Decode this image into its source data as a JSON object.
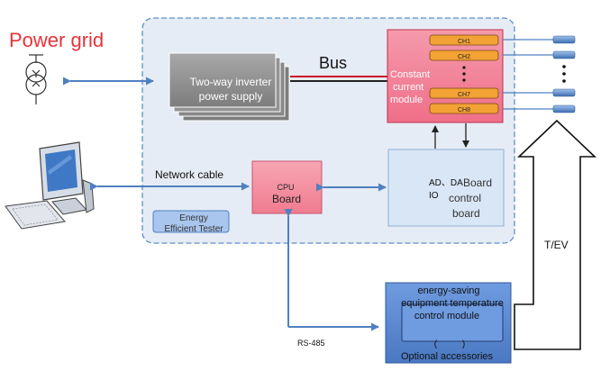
{
  "labels": {
    "power_grid": "Power grid",
    "inverter_line1": "Two-way inverter",
    "inverter_line2": "power supply",
    "bus": "Bus",
    "cc_line1": "Constant",
    "cc_line2": "current",
    "cc_line3": "module",
    "network_cable": "Network cable",
    "cpu_line1": "CPU",
    "cpu_line2": "Board",
    "ad_da_line1": "AD、DA",
    "ad_da_line2": "IO",
    "board_line1": "Board",
    "board_line2": "control",
    "board_line3": "board",
    "energy_line1": "Energy",
    "energy_line2": "Efficient Tester",
    "tev": "T/EV",
    "rs485": "RS-485",
    "acc_line1": "energy-saving",
    "acc_line2": "equipment temperature",
    "acc_line3": "control module",
    "acc_bracket": "(          )",
    "acc_line4": "Optional accessories"
  },
  "channels": [
    "CH1",
    "CH2",
    "CH7",
    "CH8"
  ],
  "colors": {
    "power_grid_text": "#e8333a",
    "arrow_blue": "#4f80c1",
    "bus_red": "#c8102e",
    "dashed_border": "#5b8fc9",
    "main_panel_fill": "#e6ecf5",
    "cc_fill": "#f48a9e",
    "channel_fill": "#f3a234",
    "cpu_fill": "#f59aa9",
    "board_fill": "#d9e6f5",
    "accessory_fill": "#5b8ad0"
  }
}
